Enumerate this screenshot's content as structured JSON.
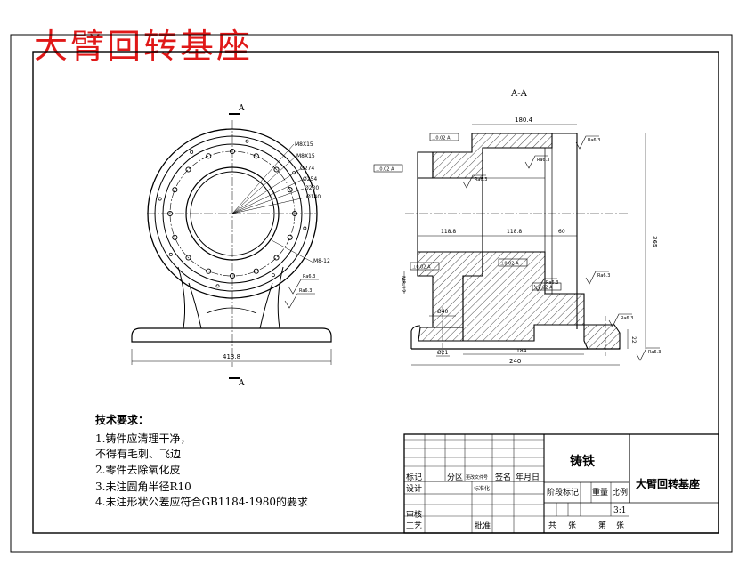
{
  "header_title": "大臂回转基座",
  "section_label": "A-A",
  "section_marks": [
    "A",
    "A"
  ],
  "front_view": {
    "width_dim": "413.8",
    "radial_labels": [
      "M8X15",
      "M8X15",
      "Ø274",
      "Ø254",
      "Ø230",
      "Ø140"
    ],
    "thread_label": "M8-12",
    "roughness": [
      "Ra6.3",
      "Ra6.3"
    ]
  },
  "section_view": {
    "top_dim": "180.4",
    "inner_dims": [
      "118.8",
      "118.8",
      "60"
    ],
    "height_dim": "365",
    "small_height": "22",
    "bottom_dims": [
      "184",
      "240"
    ],
    "foot_dims": [
      "Ø40",
      "Ø21"
    ],
    "left_height": "M8-12",
    "roughness": [
      "Ra6.3",
      "Ra6.3",
      "Ra6.3",
      "Ra6.3",
      "Ra6.3",
      "Ra6.3",
      "Ra6.3"
    ],
    "gdt": [
      "⊥0.02 A",
      "⊥0.02 A",
      "⊥0.02 A",
      "⊥0.02 A",
      "⊥0.02 A"
    ]
  },
  "requirements": {
    "heading": "技术要求：",
    "items": [
      "1.铸件应清理干净，",
      "  不得有毛刺、飞边",
      "2.零件去除氧化皮",
      "3.未注圆角半径R10",
      "4.未注形状公差应符合GB1184-1980的要求"
    ]
  },
  "title_block": {
    "material": "铸铁",
    "part_name": "大臂回转基座",
    "row_labels": [
      "标记",
      "分区",
      "更改文件号",
      "签名",
      "年月日"
    ],
    "design": "设计",
    "standardize": "标准化",
    "review": "审核",
    "process": "工艺",
    "approve": "批准",
    "stage_label": "阶段标记",
    "weight_label": "重量",
    "scale_label": "比例",
    "scale": "3:1",
    "sheets_total": "共",
    "sheets_unit": "张",
    "sheet_no": "第",
    "sheet_unit": "张"
  }
}
